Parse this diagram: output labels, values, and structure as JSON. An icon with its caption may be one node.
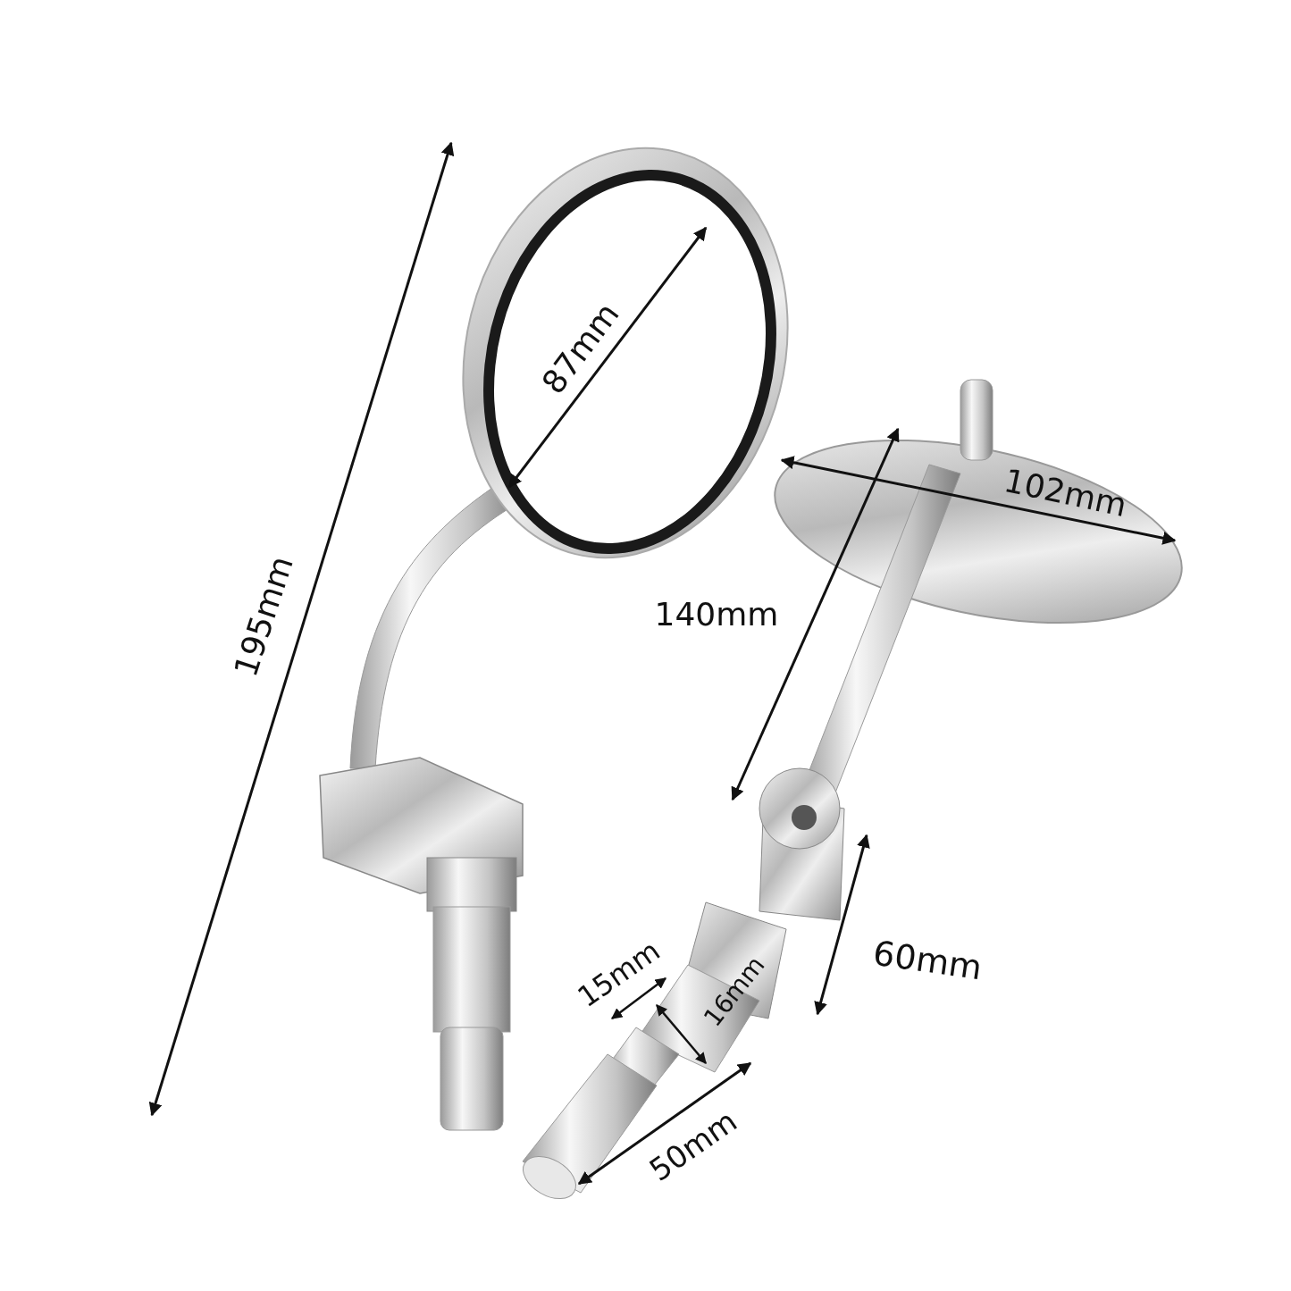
{
  "diagram": {
    "labels": [
      "195mm",
      "87mm",
      "102mm",
      "140mm",
      "60mm",
      "15mm",
      "16mm",
      "50mm"
    ]
  }
}
